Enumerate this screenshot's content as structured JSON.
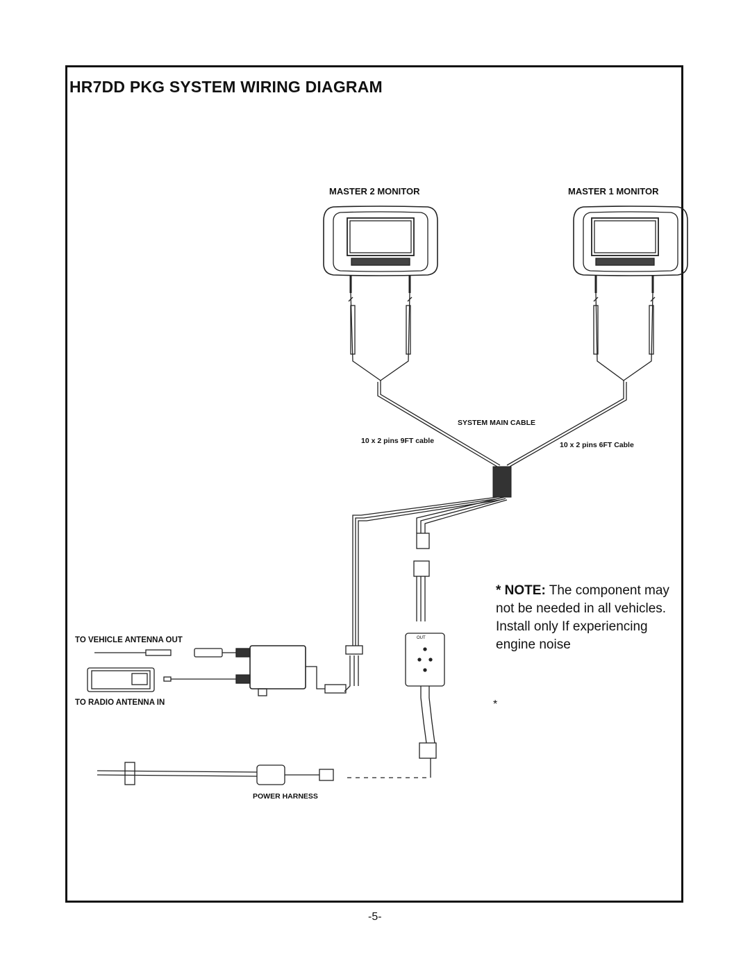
{
  "title": "HR7DD PKG SYSTEM WIRING DIAGRAM",
  "labels": {
    "master2": "MASTER 2 MONITOR",
    "master1": "MASTER 1 MONITOR",
    "system_main_cable": "SYSTEM  MAIN  CABLE",
    "cable_9ft": "10 x 2 pins 9FT cable",
    "cable_6ft": "10 x 2 pins 6FT Cable",
    "vehicle_antenna_out": "TO  VEHICLE ANTENNA  OUT",
    "radio_antenna_in": "TO RADIO ANTENNA IN",
    "power_harness": "POWER HARNESS",
    "filter_out": "OUT"
  },
  "note": {
    "prefix": "* NOTE:",
    "text": "The component may not be needed in all vehicles.  Install only If experiencing engine noise"
  },
  "asterisk": "*",
  "page_number": "-5-"
}
